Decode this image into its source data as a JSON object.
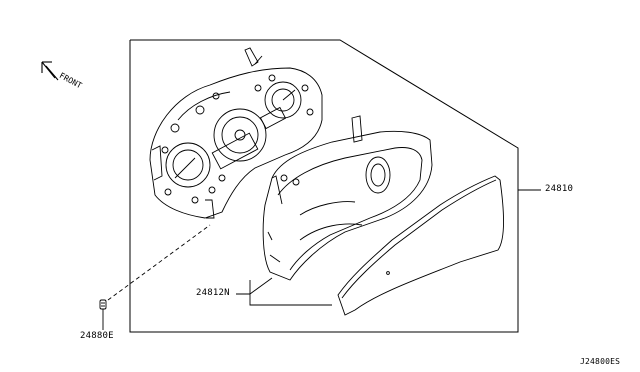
{
  "diagram": {
    "direction_label": "FRONT",
    "parts": [
      {
        "number": "24810",
        "description": "instrument cluster assembly"
      },
      {
        "number": "24812N",
        "description": "cluster cover / lens"
      },
      {
        "number": "24880E",
        "description": "screw"
      }
    ],
    "drawing_code": "J24800ES"
  }
}
